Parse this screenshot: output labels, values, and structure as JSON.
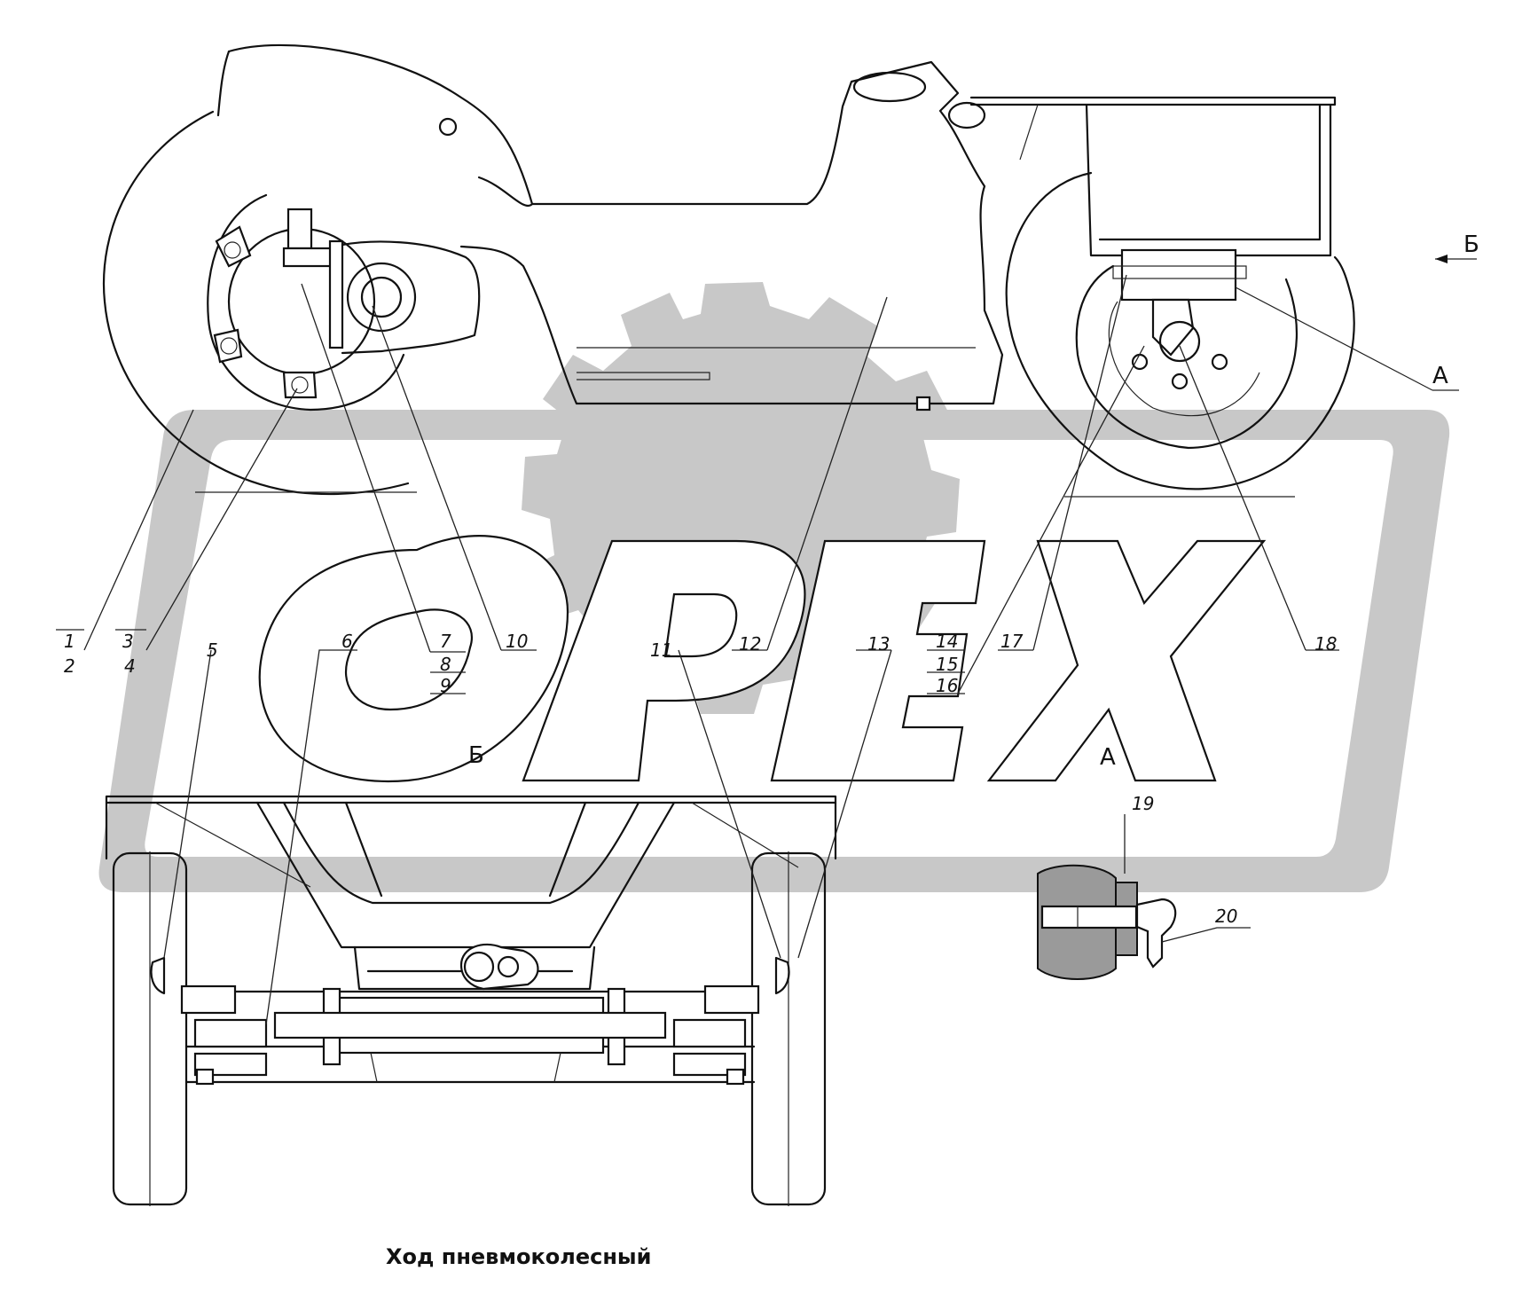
{
  "watermark": {
    "text": "OPEX",
    "color": "#c9c9c9"
  },
  "title": "Ход пневмоколесный",
  "view_marks": {
    "b_arrow": "Б",
    "a_section": "А",
    "b_view": "Б",
    "a_view": "А"
  },
  "callouts": {
    "n1": "1",
    "n2": "2",
    "n3": "3",
    "n4": "4",
    "n5": "5",
    "n6": "6",
    "n7": "7",
    "n8": "8",
    "n9": "9",
    "n10": "10",
    "n11": "11",
    "n12": "12",
    "n13": "13",
    "n14": "14",
    "n15": "15",
    "n16": "16",
    "n17": "17",
    "n18": "18",
    "n19": "19",
    "n20": "20"
  }
}
